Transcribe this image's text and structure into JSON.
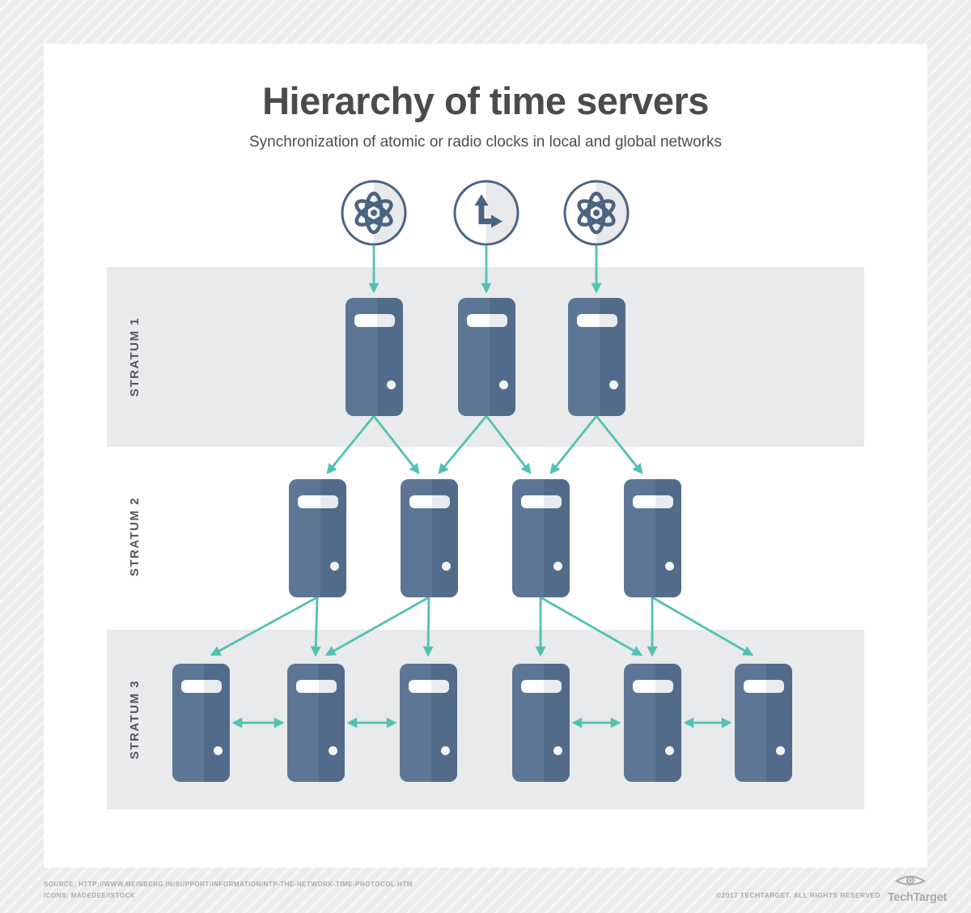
{
  "title": "Hierarchy of time servers",
  "subtitle": "Synchronization of atomic or radio clocks in local and global networks",
  "clock_sources": [
    {
      "icon": "atomic-clock-icon"
    },
    {
      "icon": "radio-clock-icon"
    },
    {
      "icon": "atomic-clock-icon"
    }
  ],
  "strata": [
    {
      "label": "STRATUM 1",
      "servers": 3
    },
    {
      "label": "STRATUM 2",
      "servers": 4
    },
    {
      "label": "STRATUM 3",
      "servers": 6
    }
  ],
  "connections": {
    "clocks_to_stratum1": [
      [
        0,
        0
      ],
      [
        1,
        1
      ],
      [
        2,
        2
      ]
    ],
    "stratum1_to_stratum2": [
      [
        0,
        0
      ],
      [
        0,
        1
      ],
      [
        1,
        1
      ],
      [
        1,
        2
      ],
      [
        2,
        2
      ],
      [
        2,
        3
      ]
    ],
    "stratum2_to_stratum3": [
      [
        0,
        0
      ],
      [
        0,
        1
      ],
      [
        1,
        1
      ],
      [
        1,
        2
      ],
      [
        2,
        3
      ],
      [
        2,
        4
      ],
      [
        3,
        4
      ],
      [
        3,
        5
      ]
    ],
    "stratum3_peers": [
      [
        0,
        1
      ],
      [
        1,
        2
      ],
      [
        3,
        4
      ],
      [
        4,
        5
      ]
    ]
  },
  "footer": {
    "source_line": "SOURCE: HTTP://WWW.MEINBERG.IN/SUPPORT/INFORMATION/NTP-THE-NETWORK-TIME-PROTOCOL.HTM",
    "icons_line": "ICONS: MADEDEE/ISTOCK",
    "copyright": "©2017 TECHTARGET. ALL RIGHTS RESERVED",
    "brand": "TechTarget"
  },
  "colors": {
    "arrow": "#53c1b1",
    "server_left": "#5d7695",
    "server_right": "#536b8b",
    "slot_shade": "#e9ecef",
    "band": "#e9eaeb",
    "circle_outline": "#4a6381",
    "circle_shade": "#e8e9eb",
    "title_text": "#4a4b4d",
    "label_text": "#54565a",
    "footer_text": "#a9abae"
  }
}
